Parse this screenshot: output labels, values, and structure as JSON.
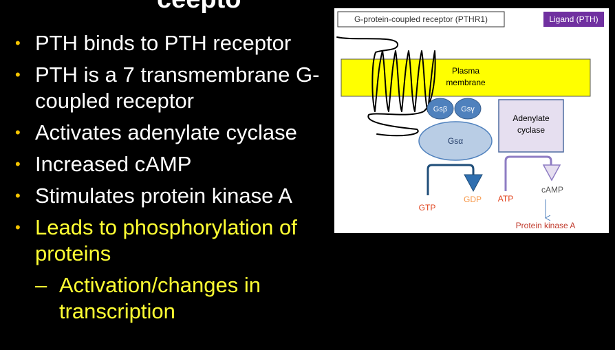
{
  "slide": {
    "title": "ceepto",
    "bullets": [
      "PTH binds to PTH receptor",
      "PTH is a 7 transmembrane G-coupled receptor",
      "Activates adenylate cyclase",
      "Increased cAMP",
      "Stimulates protein kinase A",
      "Leads to phosphorylation of proteins"
    ],
    "sub_bullet": "Activation/changes in transcription"
  },
  "diagram": {
    "receptor_label": "G-protein-coupled receptor (PTHR1)",
    "ligand_label": "Ligand (PTH)",
    "membrane_line1": "Plasma",
    "membrane_line2": "membrane",
    "gs_beta": "Gsβ",
    "gs_gamma": "Gsγ",
    "gs_alpha": "Gsα",
    "cyclase_line1": "Adenylate",
    "cyclase_line2": "cyclase",
    "gtp": "GTP",
    "gdp": "GDP",
    "atp": "ATP",
    "camp": "cAMP",
    "pka": "Protein kinase A"
  },
  "colors": {
    "highlight_text": "#ffff33",
    "bullet_dot": "#f5c400",
    "membrane_fill": "#ffff00",
    "ligand_box": "#7030a0",
    "gprotein_fill": "#b9cde5",
    "gprotein_dark": "#4f81bd",
    "cyclase_fill": "#e6dff0",
    "gtp_color": "#e0401a",
    "gdp_color": "#f79646",
    "pka_color": "#c0392b"
  }
}
